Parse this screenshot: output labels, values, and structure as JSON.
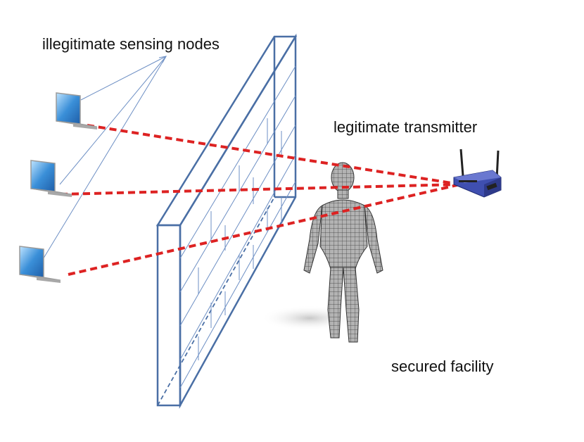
{
  "labels": {
    "sensing_nodes": "illegitimate sensing nodes",
    "transmitter": "legitimate transmitter",
    "facility": "secured facility"
  },
  "colors": {
    "signal": "#dd2222",
    "wall": "#4a6fa5",
    "wall_light": "#6d8fc4",
    "laptop_screen": "#3a8fd8",
    "router_body": "#3f4fb0",
    "figure": "#9a9a9a",
    "shadow": "#d9d9d9"
  },
  "icons": {
    "laptops": [
      "laptop-icon",
      "laptop-icon",
      "laptop-icon"
    ],
    "router": "wifi-router-icon",
    "person": "human-figure-icon"
  }
}
